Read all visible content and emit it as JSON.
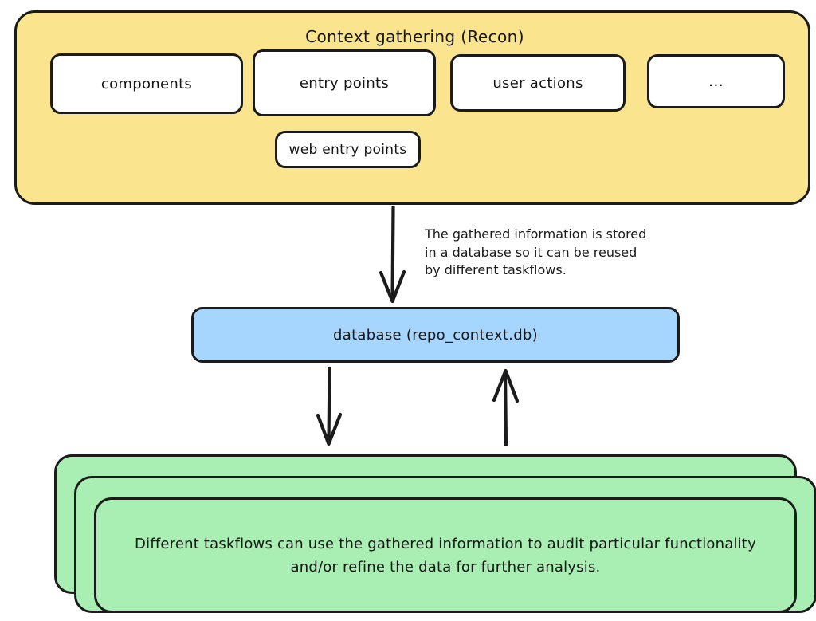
{
  "diagram": {
    "title_group": "Context gathering (Recon)",
    "recon": {
      "label": "Context gathering (Recon)",
      "items": [
        {
          "label": "components"
        },
        {
          "label": "entry points"
        },
        {
          "label": "user actions"
        },
        {
          "label": "..."
        },
        {
          "label": "web entry points"
        }
      ]
    },
    "annotation": {
      "text": "The gathered information is stored\nin a database so it can be reused\nby different taskflows."
    },
    "database": {
      "label": "database (repo_context.db)"
    },
    "taskflows": {
      "text": "Different taskflows can use the gathered information to audit particular functionality\nand/or refine the data for further analysis.",
      "layers": 3
    },
    "arrows": [
      {
        "name": "recon-to-database",
        "direction": "down"
      },
      {
        "name": "database-to-taskflows",
        "direction": "down"
      },
      {
        "name": "taskflows-to-database",
        "direction": "up"
      }
    ],
    "colors": {
      "recon_fill": "#FAE48E",
      "database_fill": "#A6D5FD",
      "taskflow_fill": "#A9EEB2",
      "box_fill": "#FFFFFF",
      "stroke": "#1B1B1B",
      "background": "#FFFFFF"
    }
  }
}
